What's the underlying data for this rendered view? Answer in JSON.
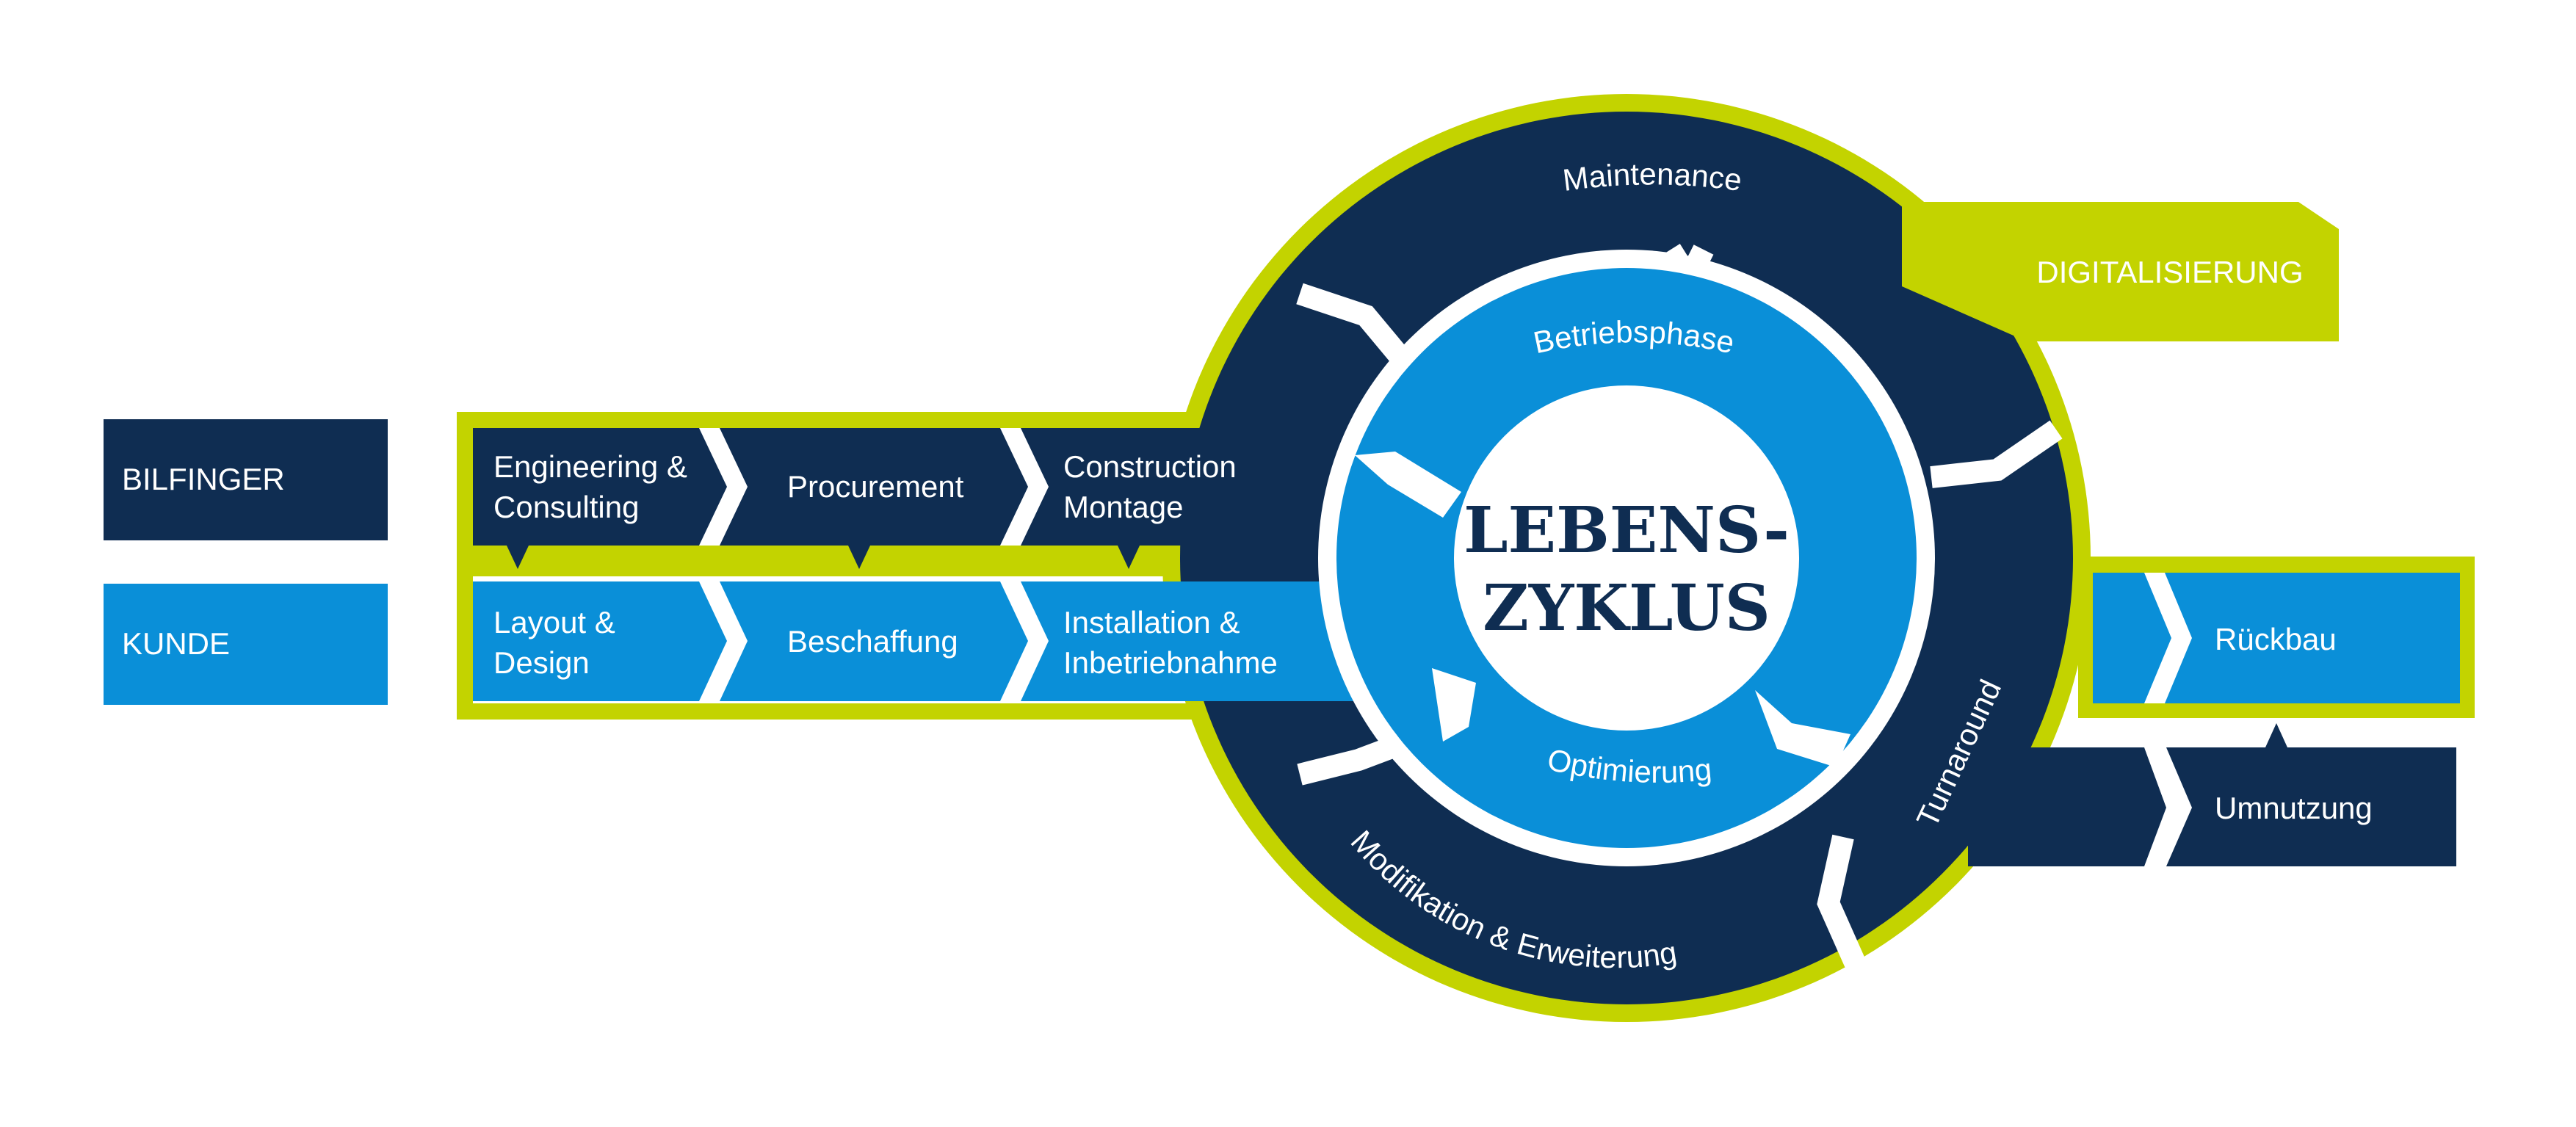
{
  "rows": {
    "bilfinger": {
      "label": "BILFINGER"
    },
    "kunde": {
      "label": "KUNDE"
    }
  },
  "process": {
    "top": [
      {
        "line1": "Engineering &",
        "line2": "Consulting"
      },
      {
        "line1": "Procurement",
        "line2": ""
      },
      {
        "line1": "Construction",
        "line2": "Montage"
      }
    ],
    "bottom": [
      {
        "line1": "Layout &",
        "line2": "Design"
      },
      {
        "line1": "Beschaffung",
        "line2": ""
      },
      {
        "line1": "Installation &",
        "line2": "Inbetriebnahme"
      }
    ]
  },
  "cycle": {
    "center_line1": "LEBENS-",
    "center_line2": "ZYKLUS",
    "outer": {
      "maintenance": "Maintenance",
      "turnaround": "Turnaround",
      "modification": "Modifikation & Erweiterung"
    },
    "inner": {
      "betriebsphase": "Betriebsphase",
      "optimierung": "Optimierung"
    }
  },
  "digital": {
    "label": "DIGITALISIERUNG"
  },
  "end": {
    "rueckbau": "Rückbau",
    "umnutzung": "Umnutzung"
  },
  "colors": {
    "navy": "#0f2d52",
    "blue": "#0a8fd8",
    "lime": "#c3d300",
    "white": "#ffffff"
  }
}
